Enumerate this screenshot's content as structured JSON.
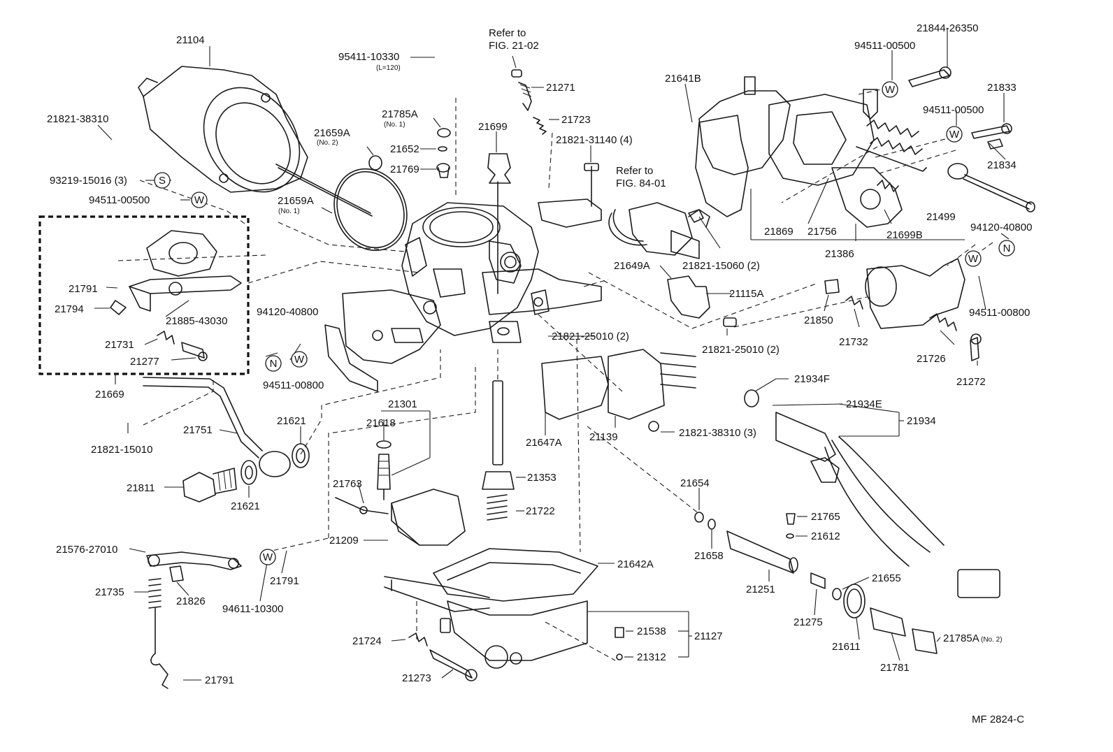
{
  "drawing_id": "MF 2824-C",
  "labels": [
    {
      "id": "21104",
      "text": "21104"
    },
    {
      "id": "21821-38310-a",
      "text": "21821-38310"
    },
    {
      "id": "93219-15016",
      "text": "93219-15016 (3)"
    },
    {
      "id": "94511-00500-a",
      "text": "94511-00500"
    },
    {
      "id": "95411-10330",
      "text": "95411-10330"
    },
    {
      "id": "95411-len",
      "text": "(L=120)"
    },
    {
      "id": "refer-21-02-a",
      "text": "Refer to"
    },
    {
      "id": "refer-21-02-b",
      "text": "FIG. 21-02"
    },
    {
      "id": "21271",
      "text": "21271"
    },
    {
      "id": "21723",
      "text": "21723"
    },
    {
      "id": "21785A-1",
      "text": "21785A"
    },
    {
      "id": "21785A-1-sub",
      "text": "(No. 1)"
    },
    {
      "id": "21699",
      "text": "21699"
    },
    {
      "id": "21659A-2",
      "text": "21659A"
    },
    {
      "id": "21659A-2-sub",
      "text": "(No. 2)"
    },
    {
      "id": "21652",
      "text": "21652"
    },
    {
      "id": "21769",
      "text": "21769"
    },
    {
      "id": "21821-31140",
      "text": "21821-31140 (4)"
    },
    {
      "id": "refer-84-01-a",
      "text": "Refer to"
    },
    {
      "id": "refer-84-01-b",
      "text": "FIG. 84-01"
    },
    {
      "id": "21659A-1",
      "text": "21659A"
    },
    {
      "id": "21659A-1-sub",
      "text": "(No. 1)"
    },
    {
      "id": "21641B",
      "text": "21641B"
    },
    {
      "id": "94511-00500-b",
      "text": "94511-00500"
    },
    {
      "id": "21844-26350",
      "text": "21844-26350"
    },
    {
      "id": "21833",
      "text": "21833"
    },
    {
      "id": "94511-00500-c",
      "text": "94511-00500"
    },
    {
      "id": "21834",
      "text": "21834"
    },
    {
      "id": "21499",
      "text": "21499"
    },
    {
      "id": "94120-40800-a",
      "text": "94120-40800"
    },
    {
      "id": "21869",
      "text": "21869"
    },
    {
      "id": "21756",
      "text": "21756"
    },
    {
      "id": "21699B",
      "text": "21699B"
    },
    {
      "id": "21386",
      "text": "21386"
    },
    {
      "id": "21821-15060",
      "text": "21821-15060 (2)"
    },
    {
      "id": "21649A",
      "text": "21649A"
    },
    {
      "id": "21115A",
      "text": "21115A"
    },
    {
      "id": "21850",
      "text": "21850"
    },
    {
      "id": "21732",
      "text": "21732"
    },
    {
      "id": "94511-00800-a",
      "text": "94511-00800"
    },
    {
      "id": "21726",
      "text": "21726"
    },
    {
      "id": "21272",
      "text": "21272"
    },
    {
      "id": "21791-a",
      "text": "21791"
    },
    {
      "id": "21794",
      "text": "21794"
    },
    {
      "id": "21885-43030",
      "text": "21885-43030"
    },
    {
      "id": "21731",
      "text": "21731"
    },
    {
      "id": "21277",
      "text": "21277"
    },
    {
      "id": "21669",
      "text": "21669"
    },
    {
      "id": "94120-40800-b",
      "text": "94120-40800"
    },
    {
      "id": "94511-00800-b",
      "text": "94511-00800"
    },
    {
      "id": "21821-25010-a",
      "text": "21821-25010 (2)"
    },
    {
      "id": "21821-25010-b",
      "text": "21821-25010 (2)"
    },
    {
      "id": "21934F",
      "text": "21934F"
    },
    {
      "id": "21934E",
      "text": "21934E"
    },
    {
      "id": "21934",
      "text": "21934"
    },
    {
      "id": "21821-15010",
      "text": "21821-15010"
    },
    {
      "id": "21751",
      "text": "21751"
    },
    {
      "id": "21621-a",
      "text": "21621"
    },
    {
      "id": "21301",
      "text": "21301"
    },
    {
      "id": "21618",
      "text": "21618"
    },
    {
      "id": "21647A",
      "text": "21647A"
    },
    {
      "id": "21139",
      "text": "21139"
    },
    {
      "id": "21821-38310-b",
      "text": "21821-38310 (3)"
    },
    {
      "id": "21811",
      "text": "21811"
    },
    {
      "id": "21621-b",
      "text": "21621"
    },
    {
      "id": "21763",
      "text": "21763"
    },
    {
      "id": "21353",
      "text": "21353"
    },
    {
      "id": "21654",
      "text": "21654"
    },
    {
      "id": "21722",
      "text": "21722"
    },
    {
      "id": "21765",
      "text": "21765"
    },
    {
      "id": "21612",
      "text": "21612"
    },
    {
      "id": "21209",
      "text": "21209"
    },
    {
      "id": "21658",
      "text": "21658"
    },
    {
      "id": "21576-27010",
      "text": "21576-27010"
    },
    {
      "id": "21791-b",
      "text": "21791"
    },
    {
      "id": "94611-10300",
      "text": "94611-10300"
    },
    {
      "id": "21642A",
      "text": "21642A"
    },
    {
      "id": "21735",
      "text": "21735"
    },
    {
      "id": "21826",
      "text": "21826"
    },
    {
      "id": "21251",
      "text": "21251"
    },
    {
      "id": "21655",
      "text": "21655"
    },
    {
      "id": "21275",
      "text": "21275"
    },
    {
      "id": "21611",
      "text": "21611"
    },
    {
      "id": "21781",
      "text": "21781"
    },
    {
      "id": "21785A-2",
      "text": "21785A"
    },
    {
      "id": "21785A-2-sub",
      "text": "(No. 2)"
    },
    {
      "id": "21538",
      "text": "21538"
    },
    {
      "id": "21127",
      "text": "21127"
    },
    {
      "id": "21312",
      "text": "21312"
    },
    {
      "id": "21724",
      "text": "21724"
    },
    {
      "id": "21273",
      "text": "21273"
    },
    {
      "id": "21791-c",
      "text": "21791"
    }
  ],
  "symbols": [
    {
      "id": "sym-s",
      "text": "S"
    },
    {
      "id": "sym-w-1",
      "text": "W"
    },
    {
      "id": "sym-w-2",
      "text": "W"
    },
    {
      "id": "sym-w-3",
      "text": "W"
    },
    {
      "id": "sym-n-1",
      "text": "N"
    },
    {
      "id": "sym-w-4",
      "text": "W"
    },
    {
      "id": "sym-n-2",
      "text": "N"
    },
    {
      "id": "sym-w-5",
      "text": "W"
    },
    {
      "id": "sym-w-6",
      "text": "W"
    }
  ]
}
